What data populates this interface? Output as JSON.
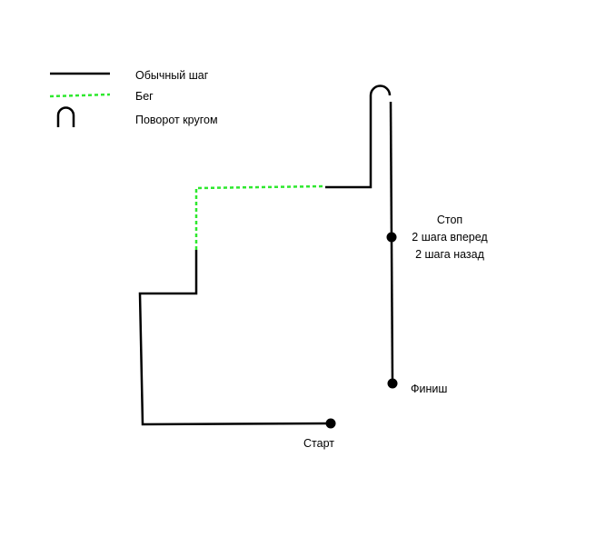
{
  "legend": {
    "normal_step": "Обычный шаг",
    "run": "Бег",
    "turn_around": "Поворот кругом"
  },
  "labels": {
    "start": "Старт",
    "stop": "Стоп",
    "forward": "2 шага вперед",
    "backward": "2 шага назад",
    "finish": "Финиш"
  },
  "colors": {
    "line": "#000000",
    "run": "#2ee82e",
    "background": "#ffffff"
  }
}
